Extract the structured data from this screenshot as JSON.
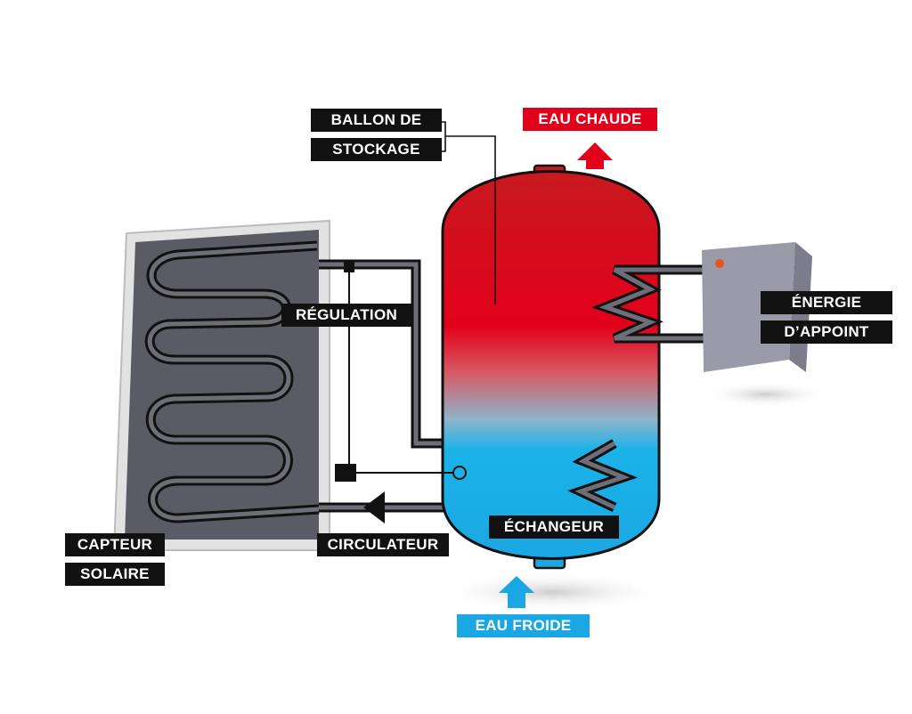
{
  "labels": {
    "ballon_line1": "BALLON DE",
    "ballon_line2": "STOCKAGE",
    "eau_chaude": "EAU CHAUDE",
    "energie_line1": "ÉNERGIE",
    "energie_line2": "D’APPOINT",
    "regulation": "RÉGULATION",
    "echangeur": "ÉCHANGEUR",
    "circulateur": "CIRCULATEUR",
    "capteur_line1": "CAPTEUR",
    "capteur_line2": "SOLAIRE",
    "eau_froide": "EAU FROIDE"
  },
  "colors": {
    "hot": "#d61a22",
    "hot_bright": "#e3001b",
    "cold": "#1ba7e3",
    "label_bg": "#111111",
    "pipe": "#111111",
    "pipe_fill": "#6e6e78",
    "panel_frame": "#dcdcdc",
    "panel_inner": "#5b5b66",
    "boiler_box": "#9b9aa8"
  }
}
